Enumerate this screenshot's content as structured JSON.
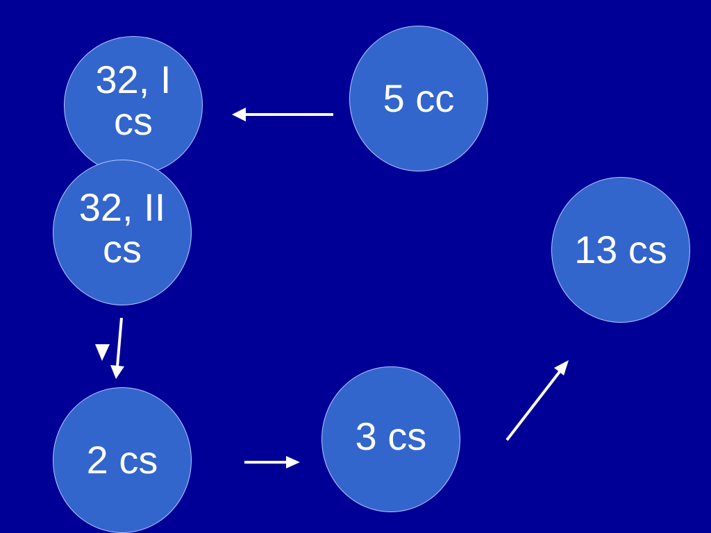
{
  "background_color": "#000096",
  "node_color": "#3366cc",
  "arrow_color": "#ffffff",
  "nodes": {
    "n32_i": {
      "line1": "32, I",
      "line2": "cs"
    },
    "n5_cc": {
      "label": "5 cc"
    },
    "n32_ii": {
      "line1": "32, II",
      "line2": "cs"
    },
    "n13_cs": {
      "label": "13 cs"
    },
    "n2_cs": {
      "label": "2 cs"
    },
    "n3_cs": {
      "label": "3 cs"
    }
  }
}
